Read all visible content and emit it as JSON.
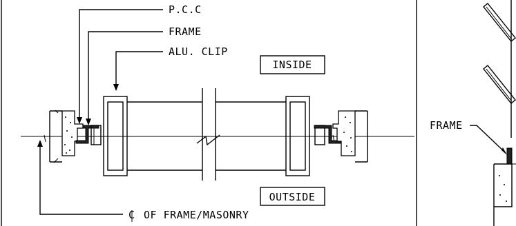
{
  "labels": {
    "pcc": "P.C.C",
    "frame": "FRAME",
    "alu_clip": "ALU. CLIP",
    "inside": "INSIDE",
    "outside": "OUTSIDE",
    "centerline": "OF FRAME/MASONRY",
    "centerline_symbol": "C",
    "side_frame": "FRAME"
  }
}
